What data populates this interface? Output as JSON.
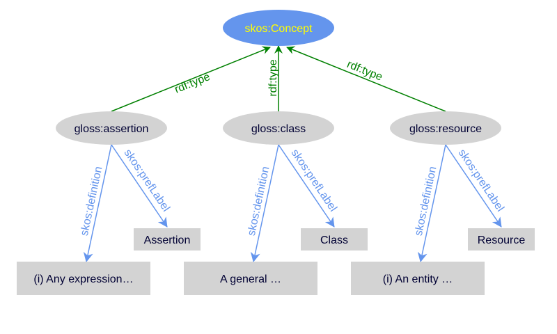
{
  "diagram": {
    "root": {
      "label": "skos:Concept",
      "fill": "#6495ed",
      "text_color": "#ffff00"
    },
    "edge_colors": {
      "type": "#008000",
      "property": "#6495ed"
    },
    "node_style": {
      "fill": "#d3d3d3",
      "text_color": "#000033"
    },
    "children": [
      {
        "label": "gloss:assertion",
        "type_edge": "rdf:type",
        "definition_edge": "skos:definition",
        "preflabel_edge": "skos:prefLabel",
        "definition_value": "(i) Any expression…",
        "preflabel_value": "Assertion"
      },
      {
        "label": "gloss:class",
        "type_edge": "rdf:type",
        "definition_edge": "skos:definition",
        "preflabel_edge": "skos:prefLabel",
        "definition_value": "A general …",
        "preflabel_value": "Class"
      },
      {
        "label": "gloss:resource",
        "type_edge": "rdf:type",
        "definition_edge": "skos:definition",
        "preflabel_edge": "skos:prefLabel",
        "definition_value": "(i) An entity …",
        "preflabel_value": "Resource"
      }
    ]
  }
}
